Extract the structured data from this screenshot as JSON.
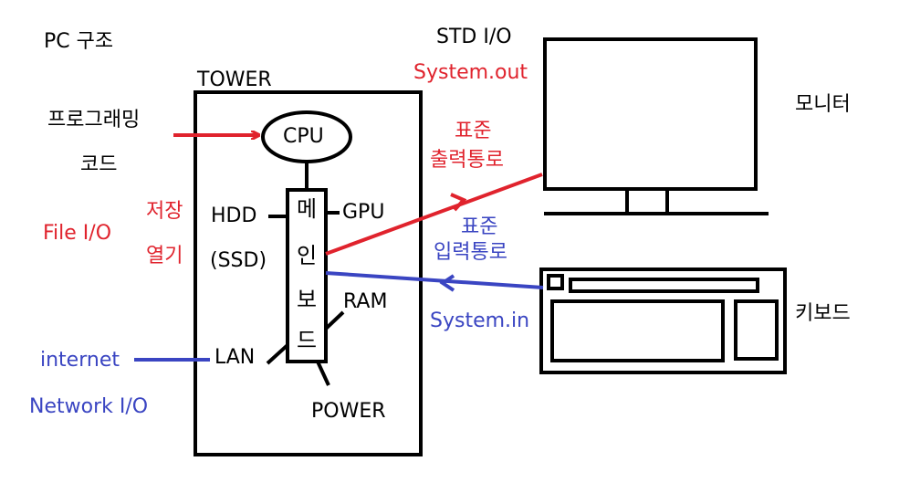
{
  "title": "PC 구조",
  "tower": {
    "label": "TOWER",
    "cpu": "CPU",
    "mainboard": [
      "메",
      "인",
      "보",
      "드"
    ]
  },
  "components": {
    "hdd": "HDD",
    "ssd": "(SSD)",
    "gpu": "GPU",
    "ram": "RAM",
    "lan": "LAN",
    "power": "POWER"
  },
  "left": {
    "programming": "프로그래밍",
    "code": "코드",
    "save": "저장",
    "open": "열기",
    "file_io": "File I/O",
    "internet": "internet",
    "network_io": "Network I/O"
  },
  "io": {
    "std_io": "STD I/O",
    "system_out": "System.out",
    "out_title": "표준",
    "out_path": "출력통로",
    "in_title": "표준",
    "in_path": "입력통로",
    "system_in": "System.in"
  },
  "devices": {
    "monitor": "모니터",
    "keyboard": "키보드"
  },
  "colors": {
    "black": "#000000",
    "red": "#e0232d",
    "blue": "#3a45c2"
  }
}
